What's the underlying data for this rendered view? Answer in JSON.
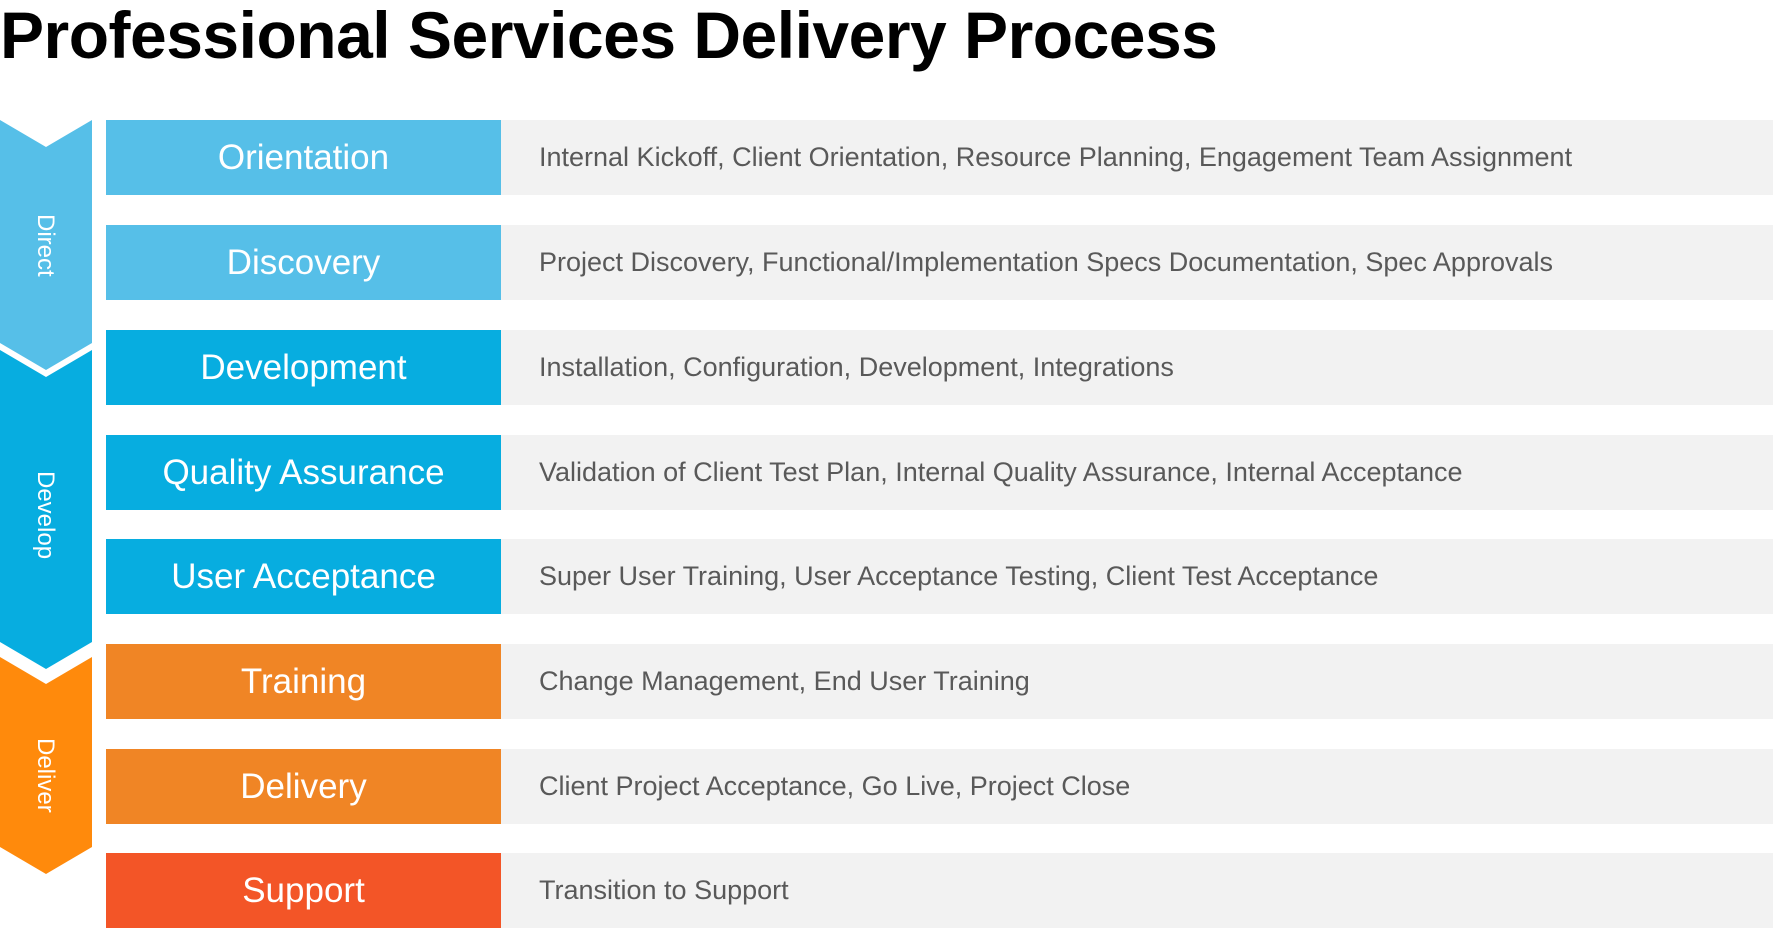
{
  "title": "Professional Services Delivery Process",
  "colors": {
    "direct": "#56bfe8",
    "develop": "#07ade0",
    "deliver": "#ff8a0c",
    "training": "#f08525",
    "delivery": "#f08525",
    "support": "#f35527",
    "description_bg": "#f2f2f2",
    "description_text": "#595959"
  },
  "phases": [
    {
      "label": "Direct",
      "color": "#56bfe8"
    },
    {
      "label": "Develop",
      "color": "#07ade0"
    },
    {
      "label": "Deliver",
      "color": "#ff8a0c"
    }
  ],
  "stages": [
    {
      "name": "Orientation",
      "color": "#56bfe8",
      "description": "Internal Kickoff, Client Orientation, Resource Planning, Engagement Team Assignment"
    },
    {
      "name": "Discovery",
      "color": "#56bfe8",
      "description": "Project Discovery, Functional/Implementation Specs Documentation, Spec Approvals"
    },
    {
      "name": "Development",
      "color": "#07ade0",
      "description": "Installation, Configuration, Development, Integrations"
    },
    {
      "name": "Quality Assurance",
      "color": "#07ade0",
      "description": "Validation of Client Test Plan, Internal Quality Assurance, Internal Acceptance"
    },
    {
      "name": "User Acceptance",
      "color": "#07ade0",
      "description": "Super User Training, User Acceptance Testing, Client Test Acceptance"
    },
    {
      "name": "Training",
      "color": "#f08525",
      "description": "Change Management, End User Training"
    },
    {
      "name": "Delivery",
      "color": "#f08525",
      "description": "Client Project Acceptance, Go Live, Project Close"
    },
    {
      "name": "Support",
      "color": "#f35527",
      "description": "Transition to Support"
    }
  ]
}
